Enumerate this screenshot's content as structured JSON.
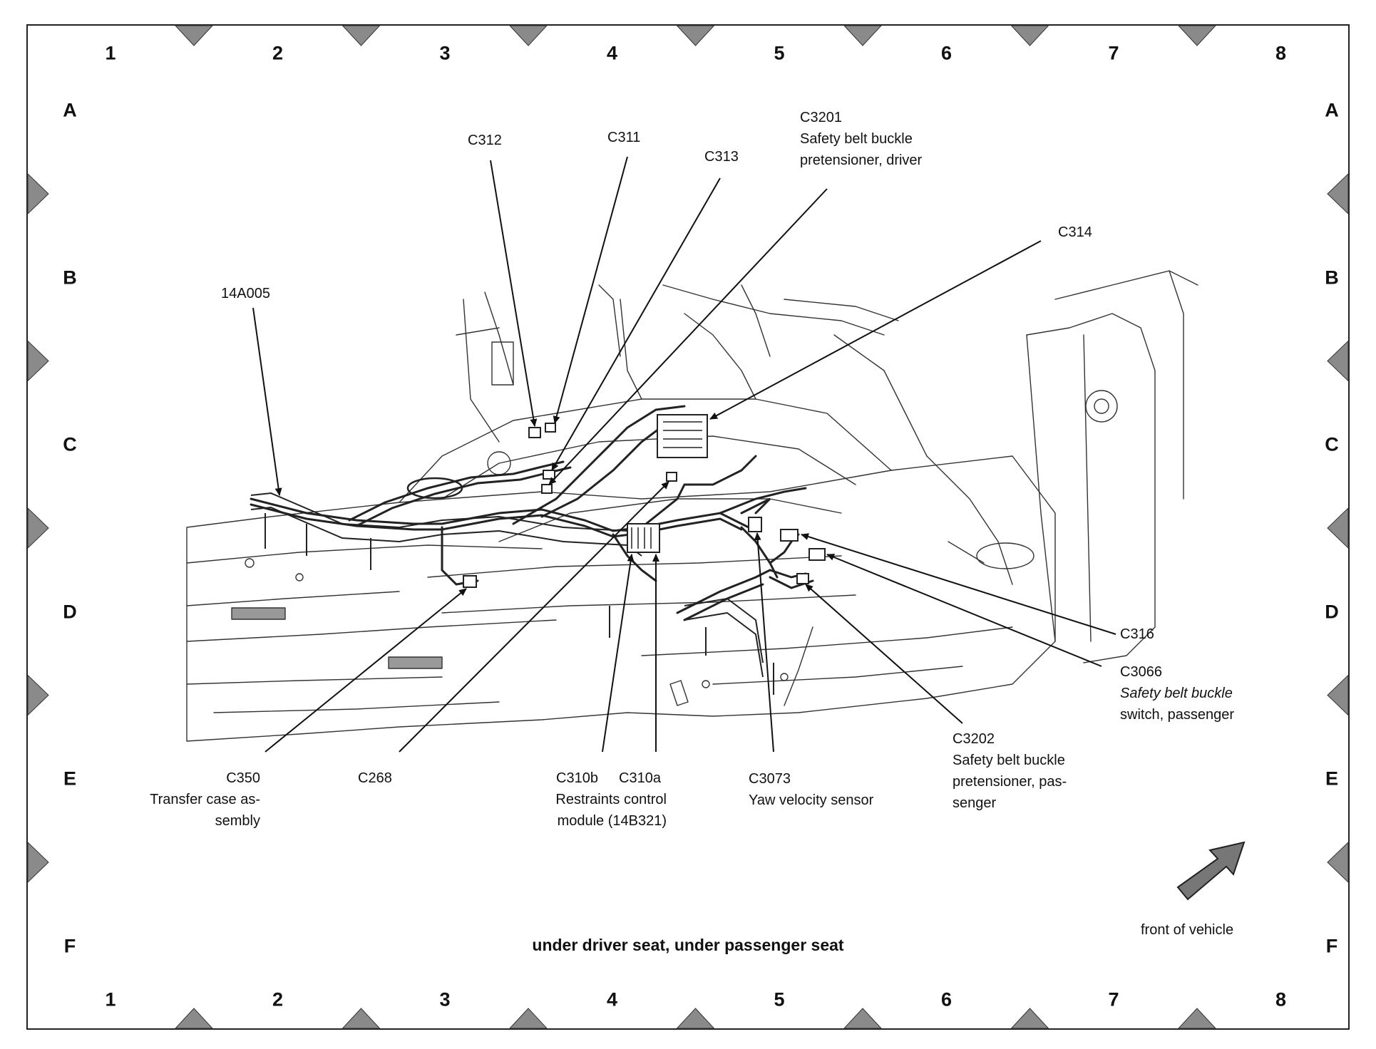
{
  "grid": {
    "columns": [
      "1",
      "2",
      "3",
      "4",
      "5",
      "6",
      "7",
      "8"
    ],
    "rows": [
      "A",
      "B",
      "C",
      "D",
      "E",
      "F"
    ]
  },
  "caption": "under driver seat, under passenger seat",
  "orientation_label": "front of vehicle",
  "callouts": {
    "c312": {
      "code": "C312"
    },
    "c311": {
      "code": "C311"
    },
    "c313": {
      "code": "C313"
    },
    "c3201": {
      "code": "C3201",
      "line1": "Safety belt buckle",
      "line2": "pretensioner, driver"
    },
    "c314": {
      "code": "C314"
    },
    "h14a005": {
      "code": "14A005"
    },
    "c316": {
      "code": "C316"
    },
    "c3066": {
      "code": "C3066",
      "line1": "Safety belt buckle",
      "line2": "switch, passenger"
    },
    "c3202": {
      "code": "C3202",
      "line1": "Safety belt buckle",
      "line2": "pretensioner, pas-",
      "line3": "senger"
    },
    "c350": {
      "code": "C350",
      "line1": "Transfer case as-",
      "line2": "sembly"
    },
    "c268": {
      "code": "C268"
    },
    "c310b": {
      "code": "C310b"
    },
    "c310a": {
      "code": "C310a"
    },
    "rcm": {
      "line1": "Restraints control",
      "line2": "module (14B321)"
    },
    "c3073": {
      "code": "C3073",
      "line1": "Yaw velocity sensor"
    }
  }
}
